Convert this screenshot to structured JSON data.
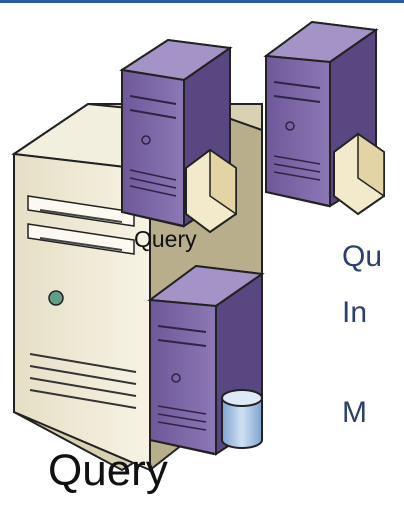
{
  "diagram": {
    "server_label": "Query",
    "caption": "Query",
    "side_text": [
      "Qu",
      "In",
      "M"
    ],
    "colors": {
      "accent_bar": "#2a5aa8",
      "large_server_beige": "#efe9d3",
      "small_server_purple": "#7b64a6",
      "side_text_blue": "#2d3f6e"
    },
    "icons": [
      "large-server-icon",
      "server-icon",
      "folder-icon",
      "database-icon"
    ]
  }
}
